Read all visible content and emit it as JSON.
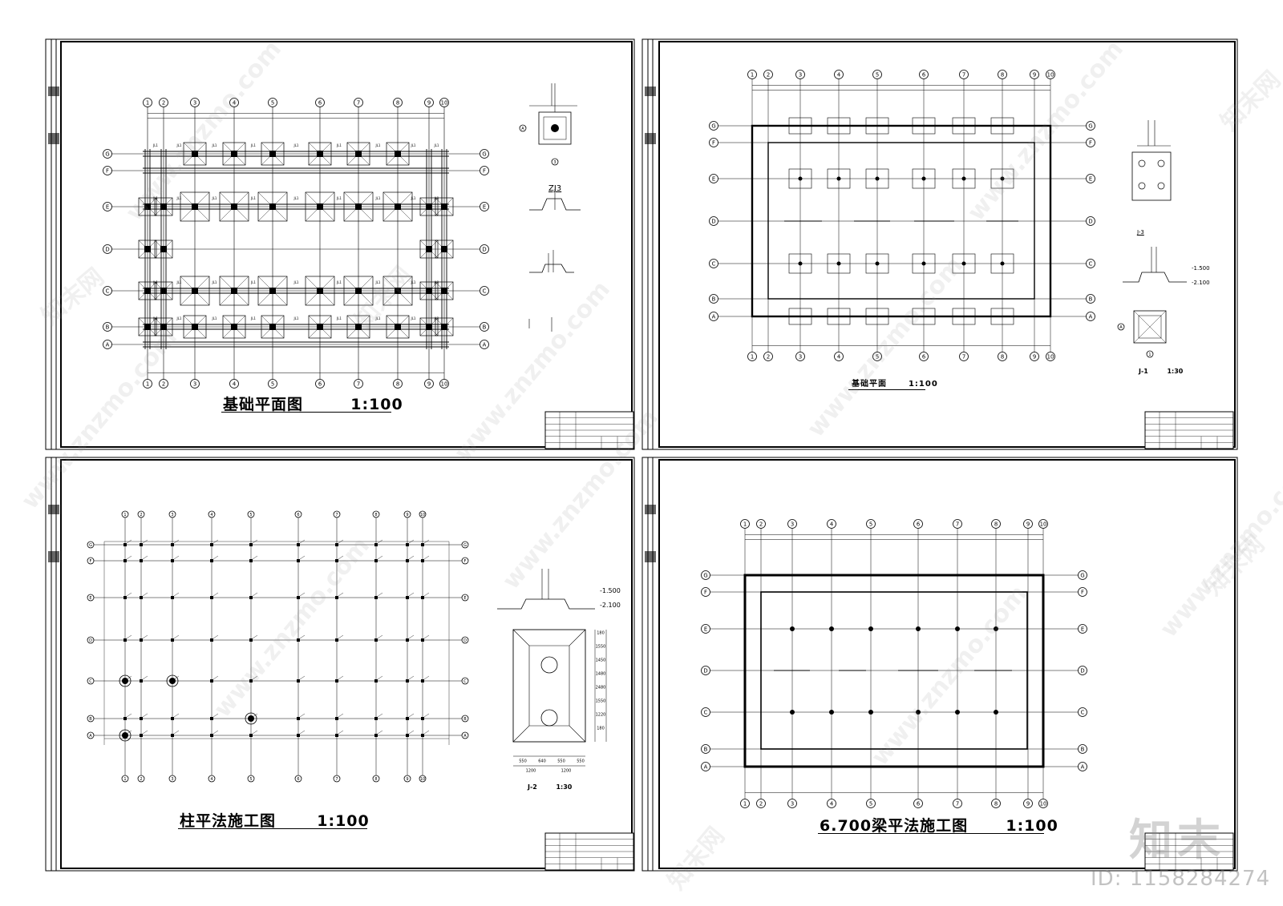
{
  "sheets": [
    {
      "title": "基础平面图",
      "scale": "1:100",
      "cols": [
        "1",
        "2",
        "3",
        "4",
        "5",
        "6",
        "7",
        "8",
        "9",
        "10"
      ],
      "rows": [
        "G",
        "F",
        "E",
        "D",
        "C",
        "B",
        "A"
      ],
      "detail_caption": "ZJ3"
    },
    {
      "title": "基础平面",
      "scale": "1:100",
      "cols": [
        "1",
        "2",
        "3",
        "4",
        "5",
        "6",
        "7",
        "8",
        "9",
        "10"
      ],
      "rows": [
        "G",
        "F",
        "E",
        "D",
        "C",
        "B",
        "A"
      ],
      "detail_caption": "J-3",
      "detail2_caption": "J-1",
      "detail2_scale": "1:30",
      "elev1": "-1.500",
      "elev2": "-2.100"
    },
    {
      "title": "柱平法施工图",
      "scale": "1:100",
      "cols": [
        "1",
        "2",
        "3",
        "4",
        "5",
        "6",
        "7",
        "8",
        "9",
        "10"
      ],
      "rows": [
        "G",
        "F",
        "E",
        "D",
        "C",
        "B",
        "A"
      ],
      "detail_caption": "J-2",
      "detail_scale": "1:30",
      "elev1": "-1.500",
      "elev2": "-2.100",
      "dims_v": [
        "180",
        "1550",
        "1450",
        "1480",
        "2480",
        "1550",
        "1220",
        "180"
      ],
      "dims_h": [
        "550",
        "640",
        "550",
        "550"
      ],
      "dims_h2": [
        "1200",
        "1200"
      ]
    },
    {
      "title": "6.700梁平法施工图",
      "scale": "1:100",
      "cols": [
        "1",
        "2",
        "3",
        "4",
        "5",
        "6",
        "7",
        "8",
        "9",
        "10"
      ],
      "rows": [
        "G",
        "F",
        "E",
        "D",
        "C",
        "B",
        "A"
      ]
    }
  ],
  "watermark": {
    "site": "www.znzmo.com",
    "brand": "知末网"
  },
  "logo": "知末",
  "image_id": "ID: 1158284274"
}
